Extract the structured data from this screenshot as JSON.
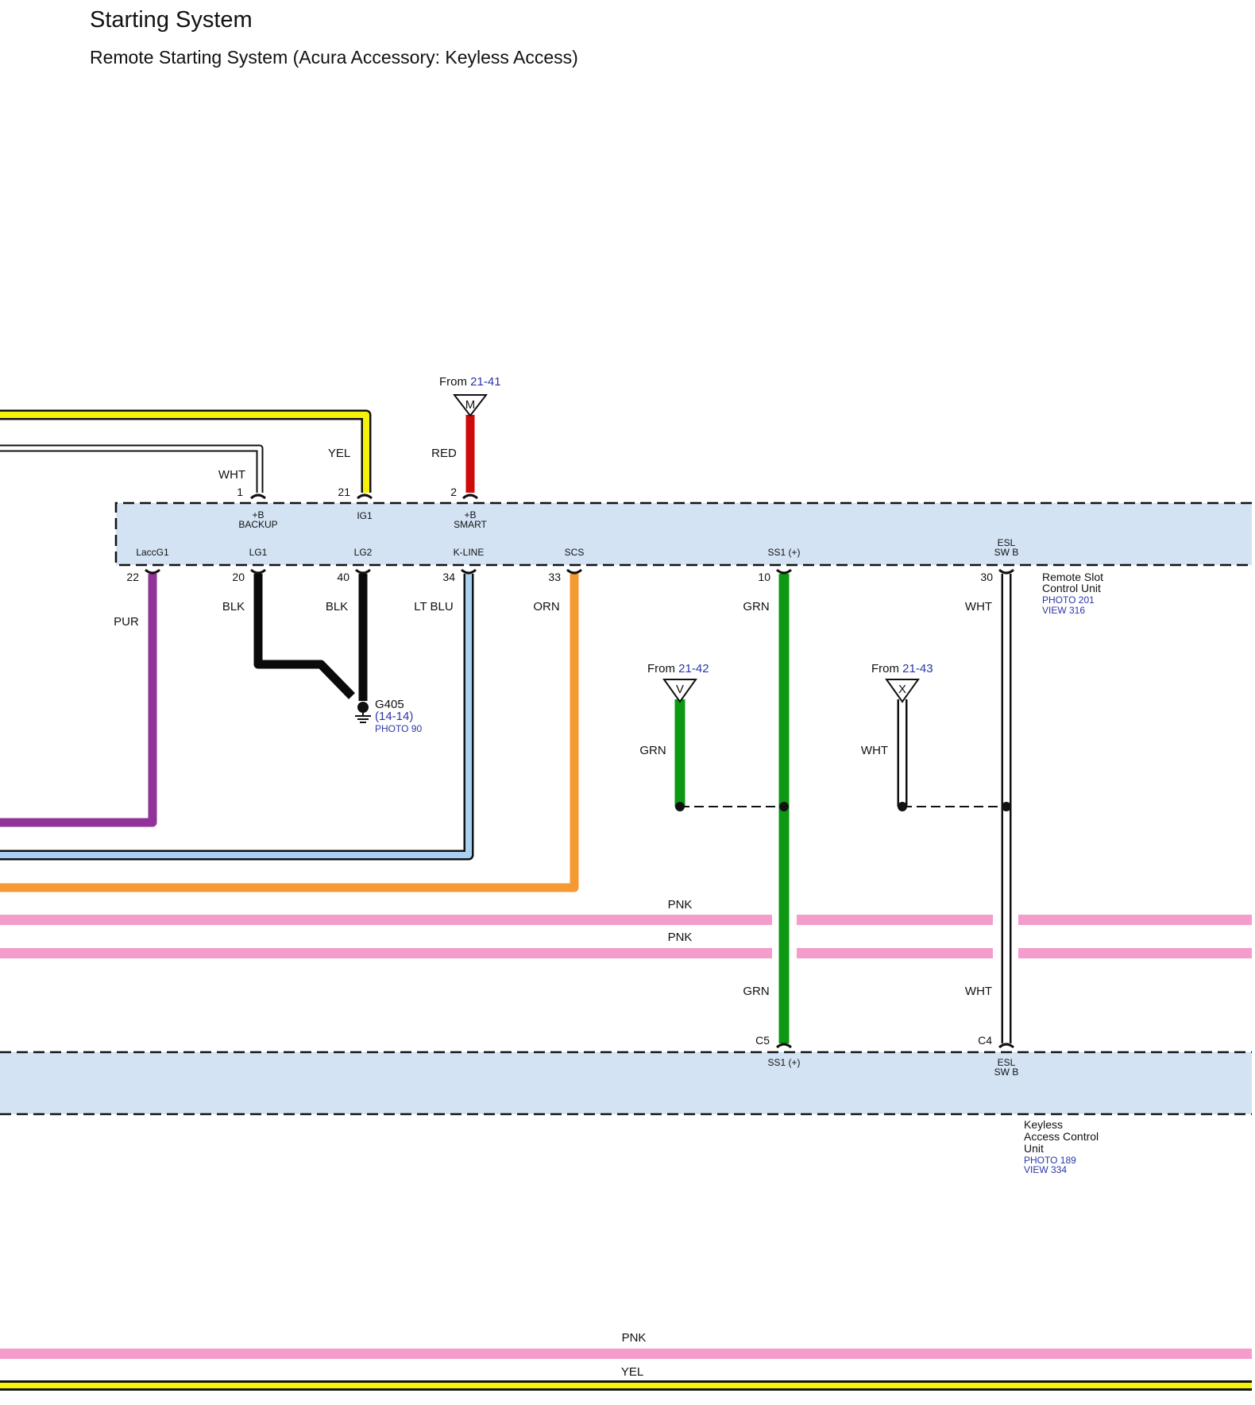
{
  "title": "Starting System",
  "subtitle": "Remote Starting System (Acura Accessory: Keyless Access)",
  "colors": {
    "YEL": "#f5f10a",
    "WHT": "#ffffff",
    "RED": "#cf0a0a",
    "BLK": "#0a0a0a",
    "PUR": "#913399",
    "LT BLU": "#a7d0f2",
    "ORN": "#f59935",
    "GRN": "#0d9913",
    "PNK": "#f49ccb",
    "unit_fill": "#d3e3f4",
    "ref_blue": "#2a35a8"
  },
  "remote_slot_unit": {
    "name_lines": [
      "Remote Slot",
      "Control Unit"
    ],
    "refs": [
      "PHOTO 201",
      "VIEW 316"
    ],
    "top_pins": [
      {
        "num": "1",
        "term_lines": [
          "+B",
          "BACKUP"
        ],
        "wire": "WHT"
      },
      {
        "num": "21",
        "term_lines": [
          "IG1"
        ],
        "wire": "YEL"
      },
      {
        "num": "2",
        "term_lines": [
          "+B",
          "SMART"
        ],
        "wire": "RED"
      }
    ],
    "bottom_pins": [
      {
        "num": "22",
        "term_lines": [
          "LaccG1"
        ],
        "wire": "PUR"
      },
      {
        "num": "20",
        "term_lines": [
          "LG1"
        ],
        "wire": "BLK"
      },
      {
        "num": "40",
        "term_lines": [
          "LG2"
        ],
        "wire": "BLK"
      },
      {
        "num": "34",
        "term_lines": [
          "K-LINE"
        ],
        "wire": "LT BLU"
      },
      {
        "num": "33",
        "term_lines": [
          "SCS"
        ],
        "wire": "ORN"
      },
      {
        "num": "10",
        "term_lines": [
          "SS1 (+)"
        ],
        "wire": "GRN"
      },
      {
        "num": "30",
        "term_lines": [
          "ESL",
          "SW B"
        ],
        "wire": "WHT"
      }
    ]
  },
  "keyless_unit": {
    "name_lines": [
      "Keyless",
      "Access Control",
      "Unit"
    ],
    "refs": [
      "PHOTO 189",
      "VIEW 334"
    ],
    "pins": [
      {
        "num": "C5",
        "term_lines": [
          "SS1 (+)"
        ],
        "wire": "GRN"
      },
      {
        "num": "C4",
        "term_lines": [
          "ESL",
          "SW B"
        ],
        "wire": "WHT"
      }
    ]
  },
  "connectors": [
    {
      "letter": "M",
      "from": "From",
      "ref": "21-41",
      "wire": "RED"
    },
    {
      "letter": "V",
      "from": "From",
      "ref": "21-42",
      "wire": "GRN"
    },
    {
      "letter": "X",
      "from": "From",
      "ref": "21-43",
      "wire": "WHT"
    }
  ],
  "ground": {
    "name": "G405",
    "ref": "(14-14)",
    "photo": "PHOTO 90"
  },
  "wire_labels": {
    "wht_top": "WHT",
    "yel_top": "YEL",
    "red_top": "RED",
    "pur": "PUR",
    "blk1": "BLK",
    "blk2": "BLK",
    "ltblu": "LT BLU",
    "orn": "ORN",
    "grn_main": "GRN",
    "wht_main": "WHT",
    "grn_v": "GRN",
    "wht_x": "WHT",
    "pnk1": "PNK",
    "pnk2": "PNK",
    "grn_low": "GRN",
    "wht_low": "WHT",
    "pnk_bottom": "PNK",
    "yel_bottom": "YEL"
  }
}
